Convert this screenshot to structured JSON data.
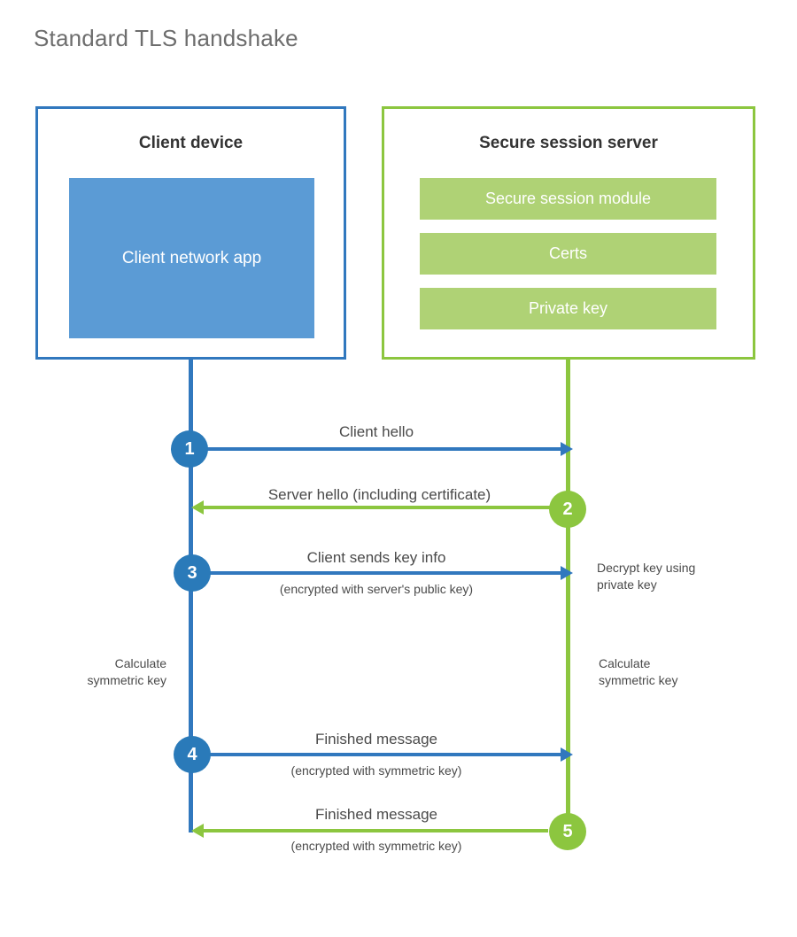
{
  "page": {
    "title": "Standard TLS handshake"
  },
  "colors": {
    "client_accent": "#3178be",
    "client_fill": "#5b9bd5",
    "server_accent": "#8cc63f",
    "server_fill": "#afd275",
    "circle_blue": "#2a7ab9",
    "circle_green": "#8cc63f",
    "text": "#4a4a4a",
    "title_text": "#6d6d6d",
    "background": "#ffffff"
  },
  "client": {
    "title": "Client device",
    "app_label": "Client network app"
  },
  "server": {
    "title": "Secure session server",
    "components": [
      {
        "label": "Secure session module"
      },
      {
        "label": "Certs"
      },
      {
        "label": "Private key"
      }
    ]
  },
  "steps": [
    {
      "number": "1",
      "direction": "client-to-server",
      "label": "Client hello",
      "sublabel": ""
    },
    {
      "number": "2",
      "direction": "server-to-client",
      "label": "Server hello (including certificate)",
      "sublabel": ""
    },
    {
      "number": "3",
      "direction": "client-to-server",
      "label": "Client sends key info",
      "sublabel": "(encrypted with server's public key)"
    },
    {
      "number": "4",
      "direction": "client-to-server",
      "label": "Finished message",
      "sublabel": "(encrypted with symmetric key)"
    },
    {
      "number": "5",
      "direction": "server-to-client",
      "label": "Finished message",
      "sublabel": "(encrypted with symmetric key)"
    }
  ],
  "annotations": {
    "server_decrypt": "Decrypt key using\nprivate key",
    "client_calculate": "Calculate\nsymmetric key",
    "server_calculate": "Calculate\nsymmetric key"
  }
}
